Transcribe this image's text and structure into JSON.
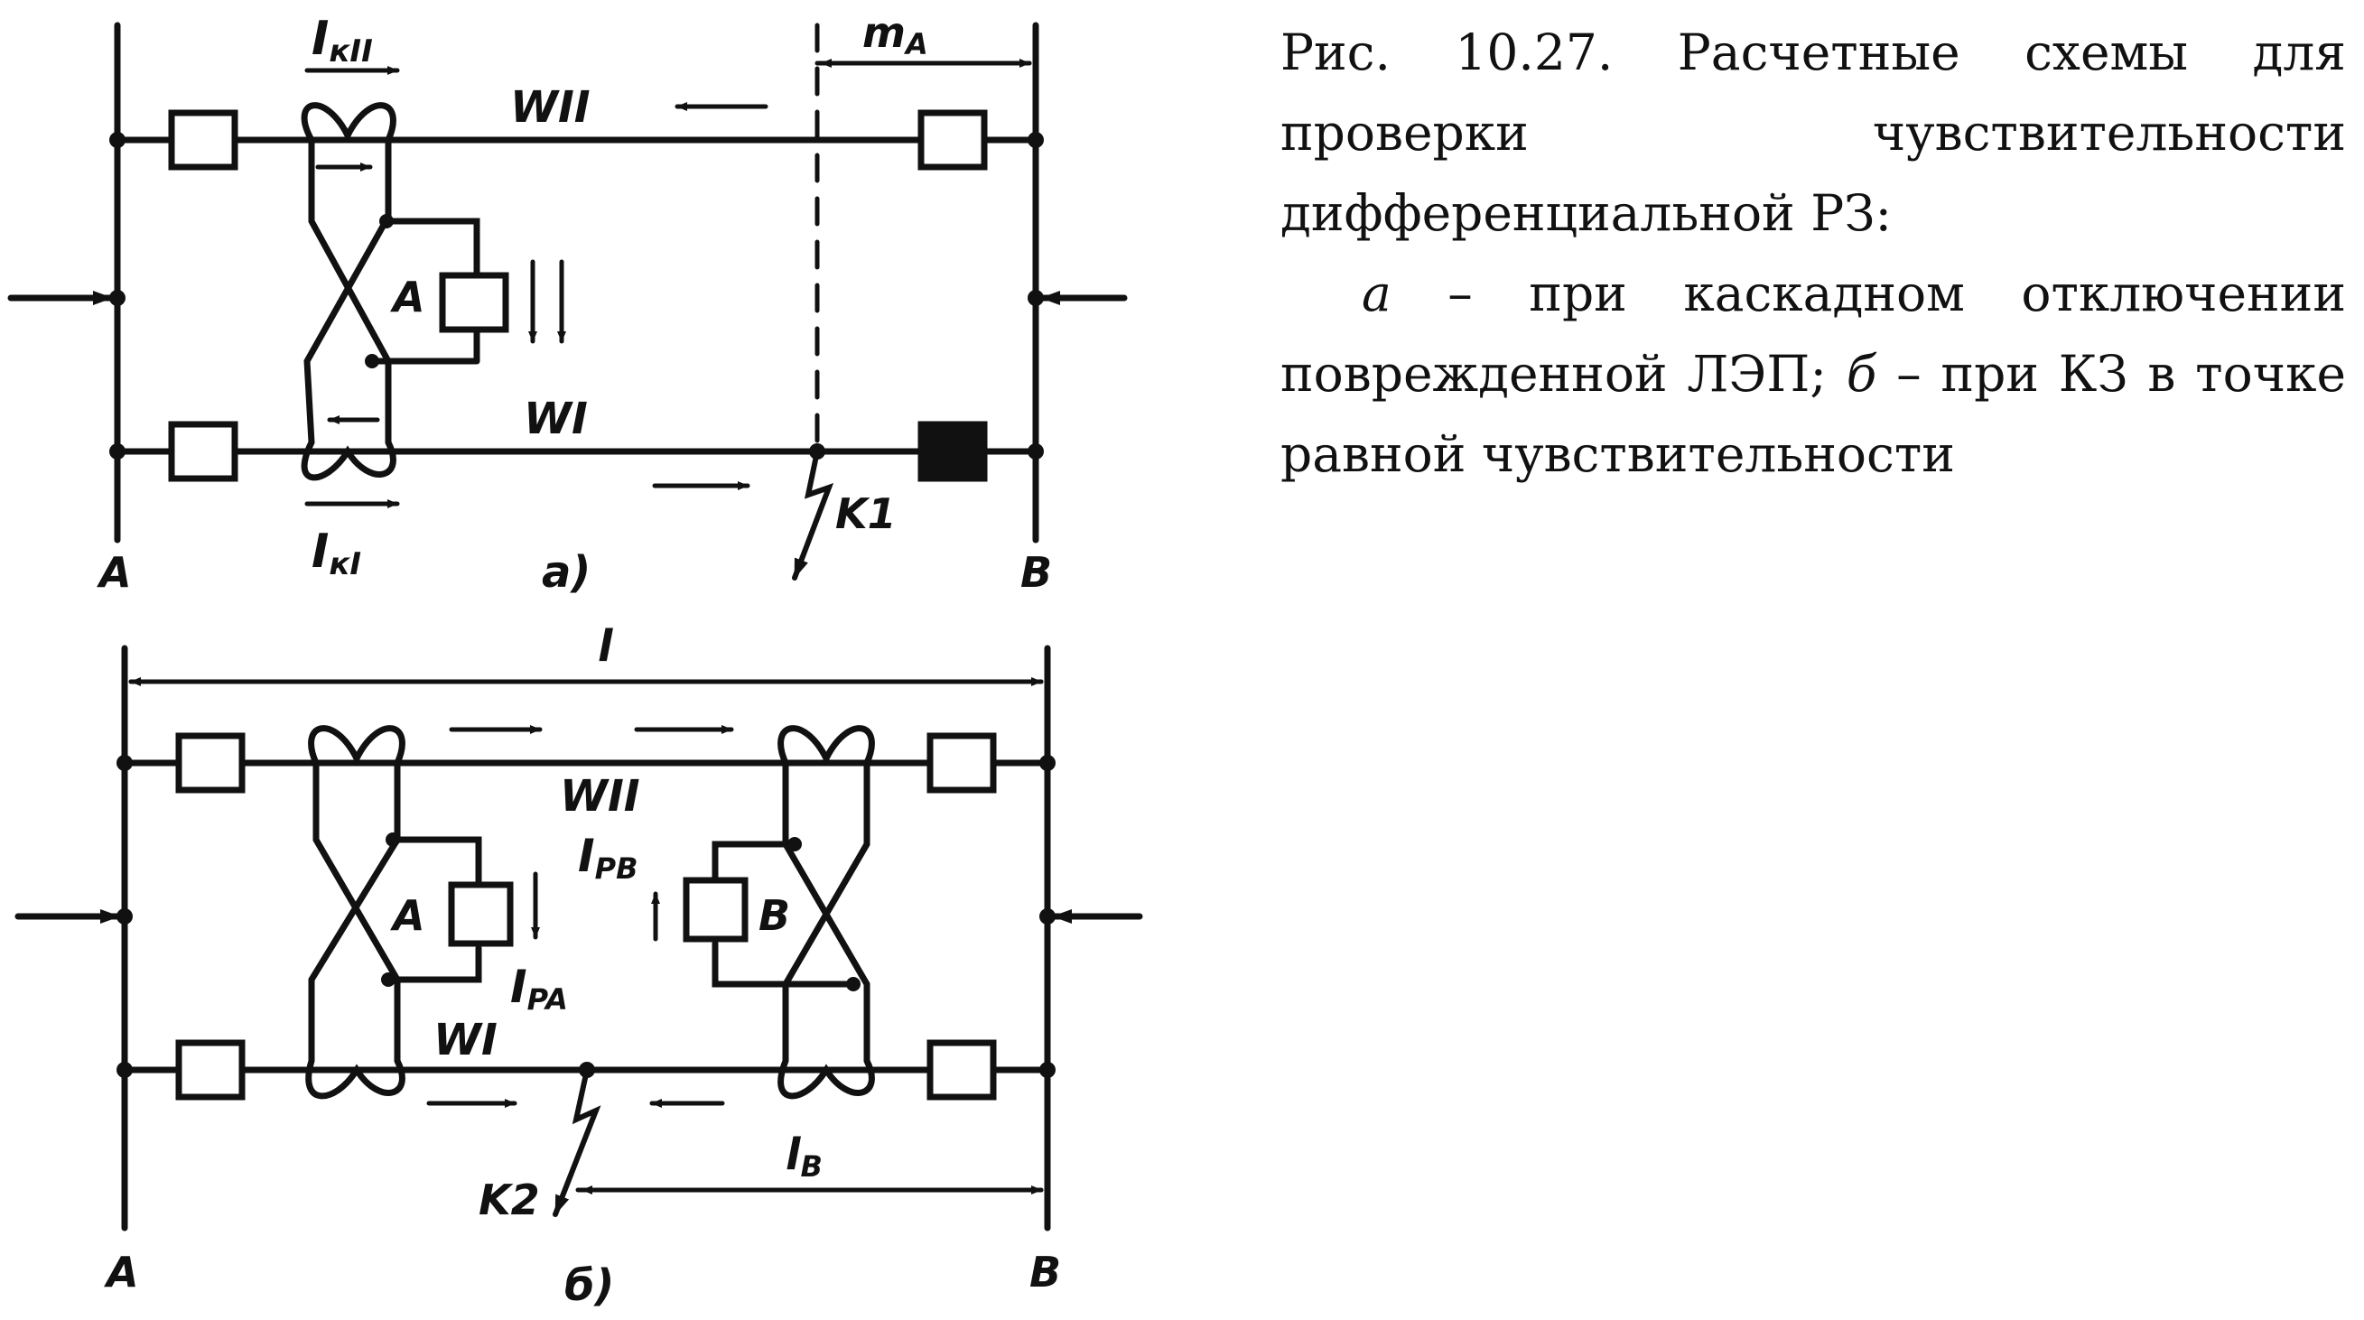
{
  "caption": {
    "title": "Рис. 10.27. Расчетные схемы для проверки чувствительности дифференциальной РЗ:",
    "part_a_letter": "а",
    "part_a_text": " – при каскадном отключении поврежденной ЛЭП; ",
    "part_b_letter": "б",
    "part_b_text": " – при КЗ в точке равной чувствительности"
  },
  "diagram_a": {
    "current_wII": "I",
    "current_wII_sub": "кII",
    "line_wII": "WII",
    "line_wI": "WI",
    "distance_label": "m",
    "distance_sub": "A",
    "relay_label": "A",
    "current_wI": "I",
    "current_wI_sub": "кI",
    "fault": "K1",
    "bus_a": "A",
    "bus_b": "B",
    "panel": "a)"
  },
  "diagram_b": {
    "length_label": "l",
    "line_wII": "WII",
    "line_wI": "WI",
    "relay_a_label": "A",
    "relay_b_label": "B",
    "current_pa": "I",
    "current_pa_sub": "PA",
    "current_pb": "I",
    "current_pb_sub": "PB",
    "fault": "K2",
    "distance_label": "l",
    "distance_sub": "B",
    "bus_a": "A",
    "bus_b": "B",
    "panel": "б)"
  }
}
